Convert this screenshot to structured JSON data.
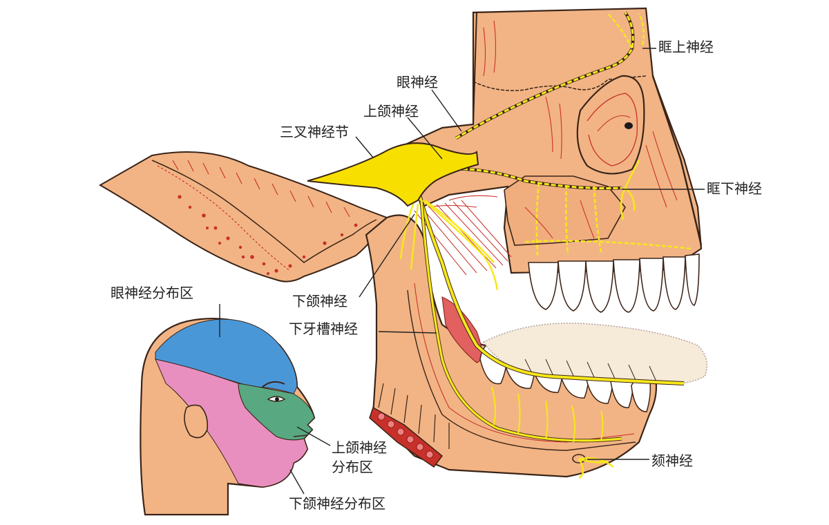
{
  "labels": {
    "supraorbital": "眶上神经",
    "ophthalmic": "眼神经",
    "maxillary": "上颌神经",
    "trigeminal_ganglion": "三叉神经节",
    "infraorbital": "眶下神经",
    "mandibular": "下颌神经",
    "inferior_alveolar": "下牙槽神经",
    "ophthalmic_area": "眼神经分布区",
    "maxillary_area_line1": "上颌神经",
    "maxillary_area_line2": "分布区",
    "mandibular_area": "下颌神经分布区",
    "mental": "颏神经"
  },
  "colors": {
    "bone": "#f2b485",
    "bone_dark": "#e8a070",
    "outline": "#3a2418",
    "red_line": "#c8302a",
    "nerve": "#f7e81a",
    "ganglion": "#f7e000",
    "tooth": "#ffffff",
    "ophthalmic_area": "#4a97d8",
    "maxillary_area": "#58a882",
    "mandibular_area": "#e98fbf",
    "skin": "#f2b485",
    "muscle": "#e26060"
  }
}
